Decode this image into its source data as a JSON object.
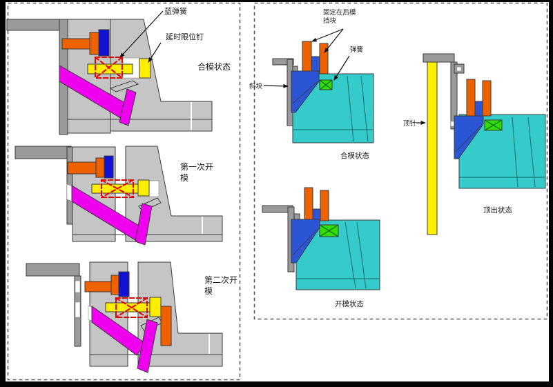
{
  "colors": {
    "mold_gray": "#c5c5c5",
    "dark_gray": "#9a9a9a",
    "orange": "#ee6100",
    "navy_blue": "#1212d0",
    "yellow": "#ffee00",
    "magenta": "#ee00ee",
    "red_spring": "#e80000",
    "cyan": "#35cbcb",
    "green_spring": "#33dd00",
    "royal_blue": "#2b55d5",
    "white": "#ffffff"
  },
  "left_panel": {
    "closed": {
      "label_blue_spring": "蓝弹簧",
      "label_delay_pin": "延时限位钉",
      "caption": "合模状态"
    },
    "first_open": {
      "caption_line1": "第一次开",
      "caption_line2": "模"
    },
    "second_open": {
      "caption_line1": "第二次开",
      "caption_line2": "模"
    }
  },
  "right_panel": {
    "closed": {
      "label_fixed_line1": "固定在后模",
      "label_fixed_line2": "挡块",
      "label_spring": "弹簧",
      "label_slant_block": "斜块",
      "caption": "合模状态"
    },
    "open": {
      "caption": "开模状态"
    },
    "eject": {
      "label_ejector": "顶针",
      "caption": "顶出状态"
    }
  }
}
